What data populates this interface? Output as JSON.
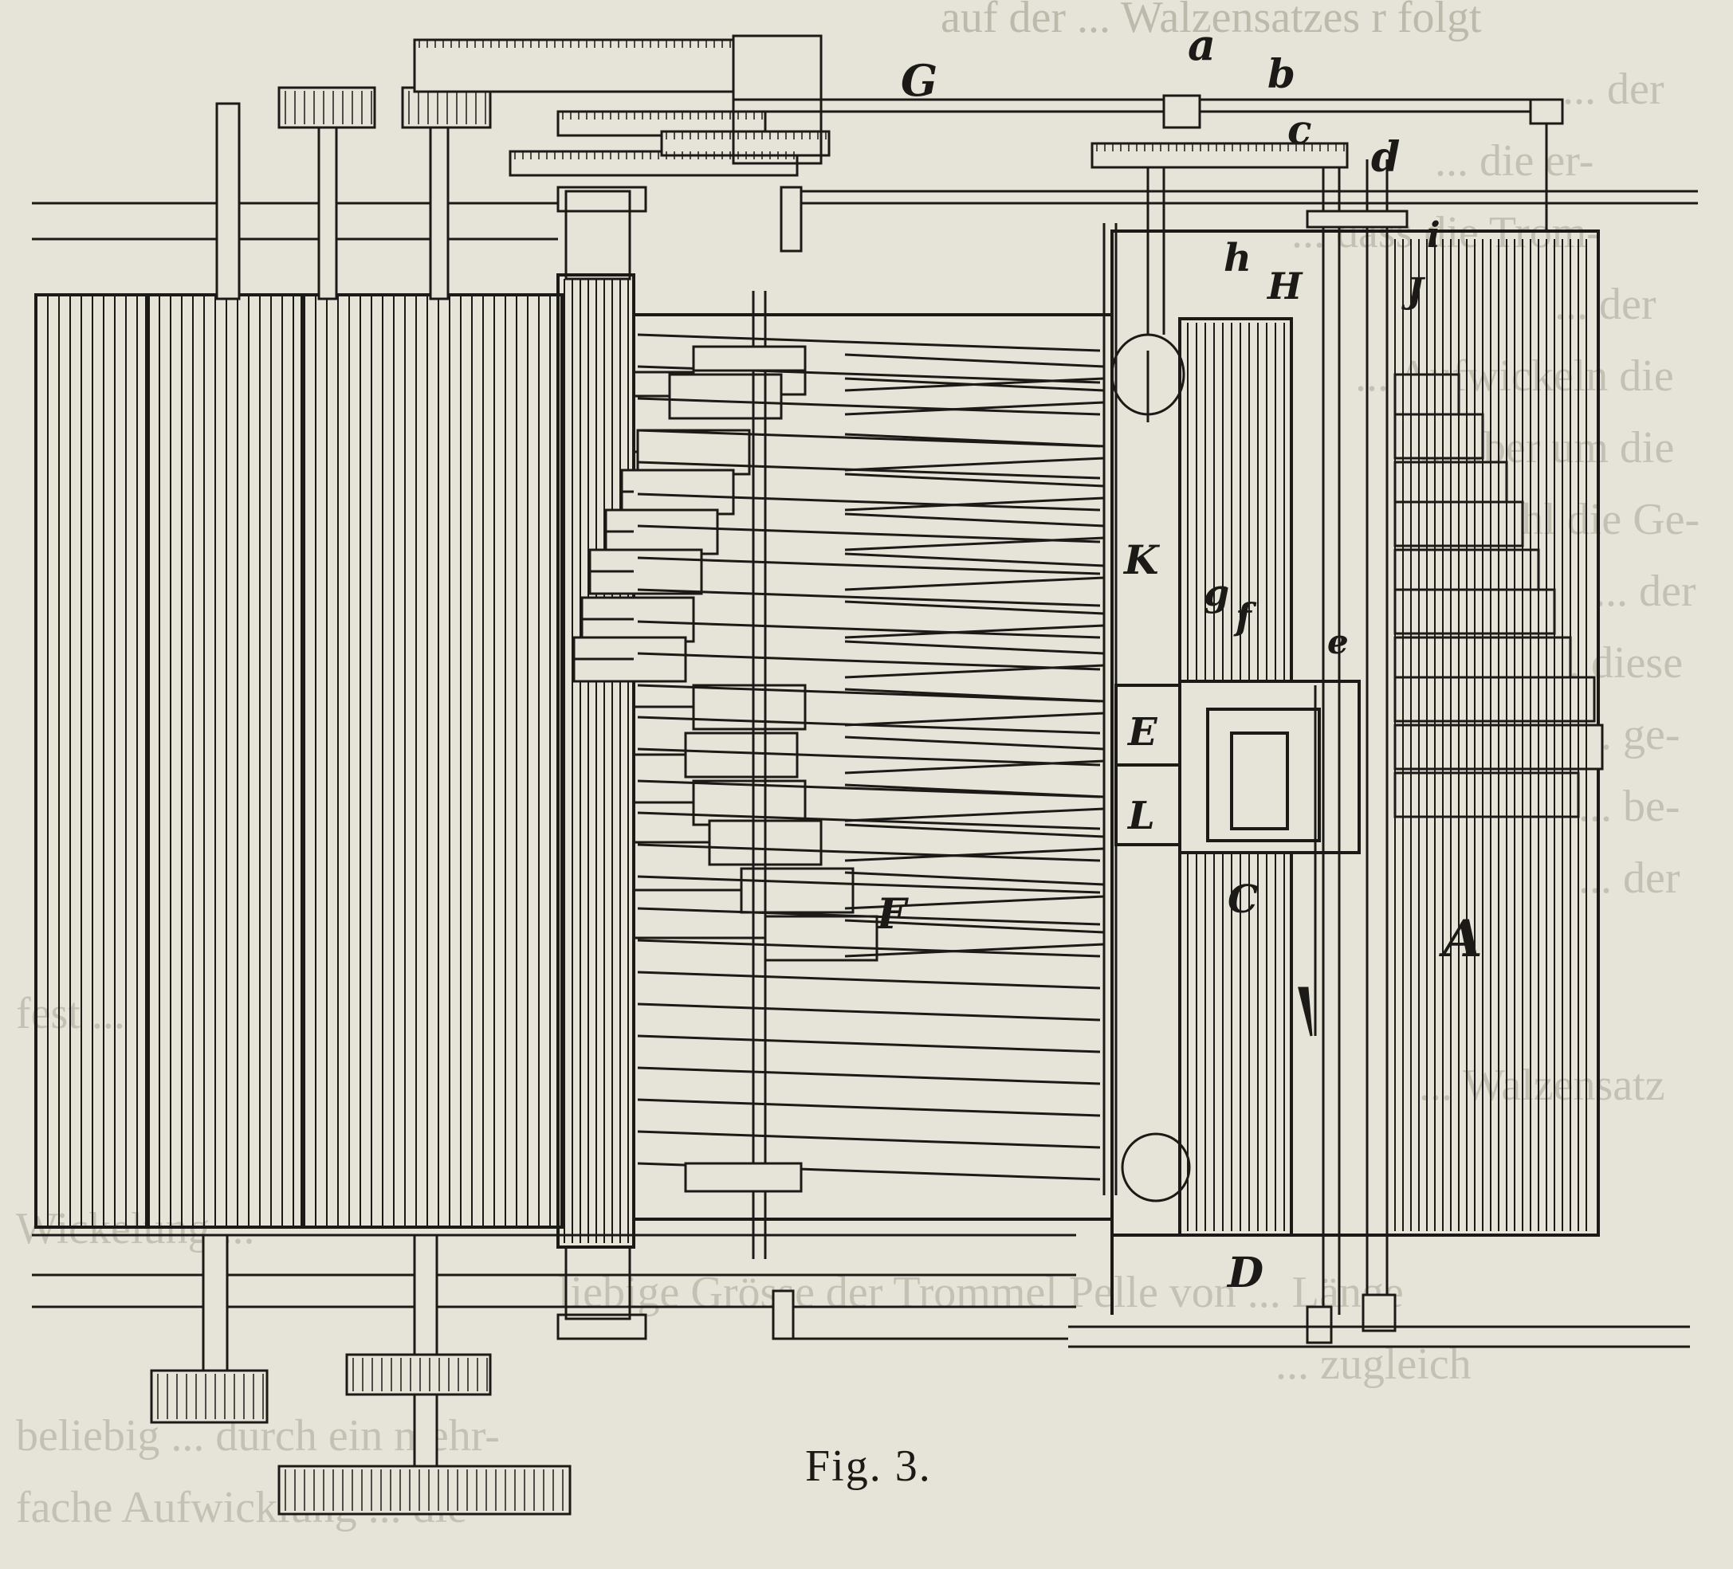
{
  "figure": {
    "caption": "Fig. 3."
  },
  "labels": {
    "a": "a",
    "b": "b",
    "c": "c",
    "d": "d",
    "G_upper": "G",
    "h": "h",
    "H": "H",
    "i": "i",
    "J": "J",
    "K": "K",
    "g": "g",
    "f": "f",
    "e": "e",
    "E": "E",
    "L": "L",
    "C": "C",
    "F": "F",
    "A": "A",
    "D": "D"
  },
  "show_through_text": {
    "lines": [
      "auf der ... Walzensatzes r folgt",
      "... der",
      "... die er-",
      "... dass die Trom-",
      "... der",
      "... Aufwickeln die",
      "... aber um die",
      "... Wahl die Ge-",
      "... der",
      "... diese",
      "... ge-",
      "... be-",
      "... der",
      "fest ...",
      "... Walzensatz",
      "Wickelung ...",
      "liebige Grösse der Trommel Pelle von ... Länge",
      "... zugleich",
      "beliebig ... durch ein mehr-",
      "fache Aufwicklung ... die"
    ]
  },
  "colors": {
    "paper": "#e6e4d8",
    "ink": "#1c1a16",
    "show_through": "#9a9888"
  }
}
